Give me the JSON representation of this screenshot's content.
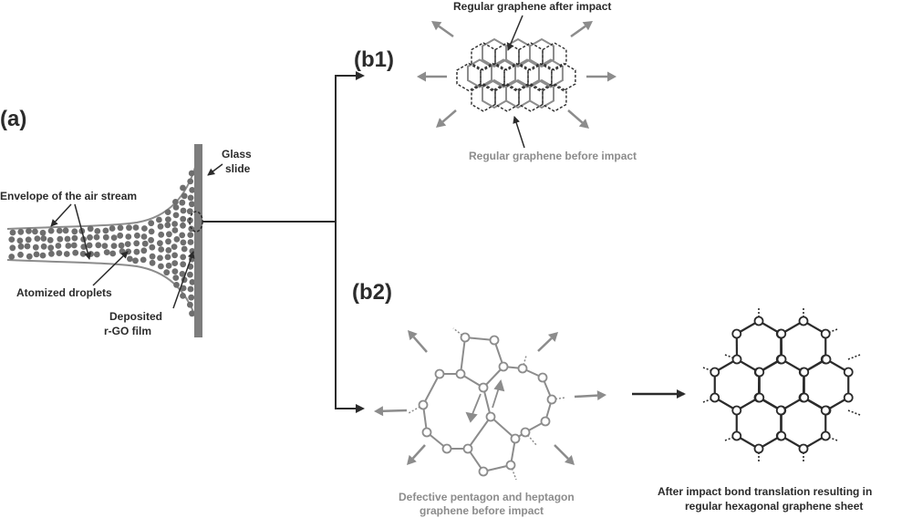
{
  "panels": {
    "a": "(a)",
    "b1": "(b1)",
    "b2": "(b2)"
  },
  "labels": {
    "glass_slide": [
      "Glass",
      "slide"
    ],
    "envelope": "Envelope of the air stream",
    "atomized": "Atomized droplets",
    "deposited": [
      "Deposited",
      "r-GO film"
    ],
    "after_impact_b1": "Regular graphene after impact",
    "before_impact_b1": "Regular graphene before impact",
    "defective": [
      "Defective pentagon and heptagon",
      "graphene before impact"
    ],
    "after_impact_b2": [
      "After impact bond translation resulting in",
      "regular hexagonal graphene sheet"
    ]
  },
  "colors": {
    "dark": "#2b2b2b",
    "grey": "#8c8c8c",
    "droplet": "#6e6e6e",
    "slide": "#7d7d7d"
  }
}
